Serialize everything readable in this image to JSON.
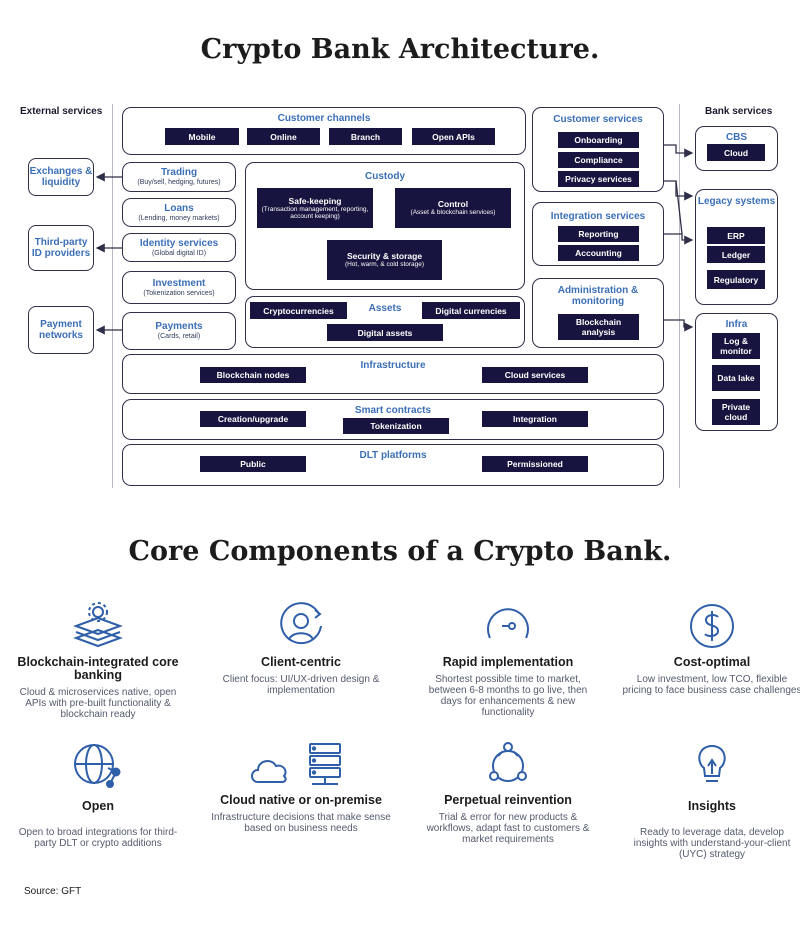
{
  "titles": {
    "architecture": "Crypto Bank Architecture.",
    "components": "Core Components of a Crypto Bank."
  },
  "sections": {
    "external": "External services",
    "bank": "Bank services"
  },
  "external": {
    "exchanges": "Exchanges & liquidity",
    "third_party": "Third-party ID providers",
    "payment_networks": "Payment networks"
  },
  "customer_channels": {
    "title": "Customer channels",
    "items": [
      "Mobile",
      "Online",
      "Branch",
      "Open APIs"
    ]
  },
  "left_services": [
    {
      "title": "Trading",
      "sub": "(Buy/sell, hedging, futures)"
    },
    {
      "title": "Loans",
      "sub": "(Lending, money markets)"
    },
    {
      "title": "Identity services",
      "sub": "(Global digital ID)"
    },
    {
      "title": "Investment",
      "sub": "(Tokenization services)"
    },
    {
      "title": "Payments",
      "sub": "(Cards, retail)"
    }
  ],
  "custody": {
    "title": "Custody",
    "safekeeping": {
      "title": "Safe-keeping",
      "sub": "(Transaction management, reporting, account keeping)"
    },
    "control": {
      "title": "Control",
      "sub": "(Asset & blockchain services)"
    },
    "security": {
      "title": "Security & storage",
      "sub": "(Hot, warm, & cold storage)"
    }
  },
  "assets": {
    "title": "Assets",
    "items": [
      "Cryptocurrencies",
      "Digital currencies",
      "Digital assets"
    ]
  },
  "customer_services": {
    "title": "Customer services",
    "items": [
      "Onboarding",
      "Compliance",
      "Privacy services"
    ]
  },
  "integration_services": {
    "title": "Integration services",
    "items": [
      "Reporting",
      "Accounting"
    ]
  },
  "admin": {
    "title": "Administration & monitoring",
    "items": [
      "Blockchain analysis"
    ]
  },
  "infrastructure": {
    "title": "Infrastructure",
    "items": [
      "Blockchain nodes",
      "Cloud services"
    ]
  },
  "smart_contracts": {
    "title": "Smart contracts",
    "items": [
      "Creation/upgrade",
      "Tokenization",
      "Integration"
    ]
  },
  "dlt": {
    "title": "DLT platforms",
    "items": [
      "Public",
      "Permissioned"
    ]
  },
  "bank_services": {
    "cbs": {
      "title": "CBS",
      "items": [
        "Cloud"
      ]
    },
    "legacy": {
      "title": "Legacy systems",
      "items": [
        "ERP",
        "Ledger",
        "Regulatory"
      ]
    },
    "infra": {
      "title": "Infra",
      "items": [
        "Log & monitor",
        "Data lake",
        "Private cloud"
      ]
    }
  },
  "components": [
    {
      "icon": "layered-gear-icon",
      "title": "Blockchain-integrated core banking",
      "desc": "Cloud & microservices native, open APIs with pre-built functionality & blockchain ready"
    },
    {
      "icon": "user-circle-icon",
      "title": "Client-centric",
      "desc": "Client focus: UI/UX-driven design & implementation"
    },
    {
      "icon": "speedometer-icon",
      "title": "Rapid implementation",
      "desc": "Shortest possible time to market, between 6-8 months to go live, then days for enhancements & new functionality"
    },
    {
      "icon": "dollar-circle-icon",
      "title": "Cost-optimal",
      "desc": "Low investment, low TCO, flexible pricing to face business case challenges"
    },
    {
      "icon": "globe-network-icon",
      "title": "Open",
      "desc": "Open to broad integrations for third-party DLT or crypto additions"
    },
    {
      "icon": "cloud-server-icon",
      "title": "Cloud native or on-premise",
      "desc": "Infrastructure decisions that make sense based on business needs"
    },
    {
      "icon": "cycle-people-icon",
      "title": "Perpetual reinvention",
      "desc": "Trial & error for new products & workflows, adapt fast to customers & market requirements"
    },
    {
      "icon": "lightbulb-icon",
      "title": "Insights",
      "desc": "Ready to leverage data, develop insights with understand-your-client (UYC) strategy"
    }
  ],
  "source": "Source: GFT",
  "colors": {
    "navy": "#17153f",
    "blue_text": "#3b6fb6",
    "border": "#2f2f48"
  }
}
